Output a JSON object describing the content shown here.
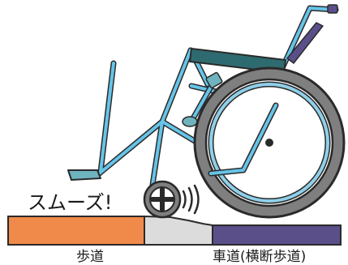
{
  "labels": {
    "sound": "スムーズ!",
    "sidewalk": "歩道",
    "roadway": "車道(横断歩道)"
  },
  "colors": {
    "sidewalk": "#f08a4b",
    "curb": "#dcdcdc",
    "roadway": "#5b4f8a",
    "frame": "#66c4e8",
    "frame_dark": "#2a2a2a",
    "upholstery": "#2e6b70",
    "wheel_tire": "#7f7f7f",
    "wheel_rim": "#8fd0ea",
    "footrest": "#6fb3bf"
  },
  "icons": {
    "wheelchair": "wheelchair-illustration",
    "sound_waves": "motion-lines-icon"
  }
}
